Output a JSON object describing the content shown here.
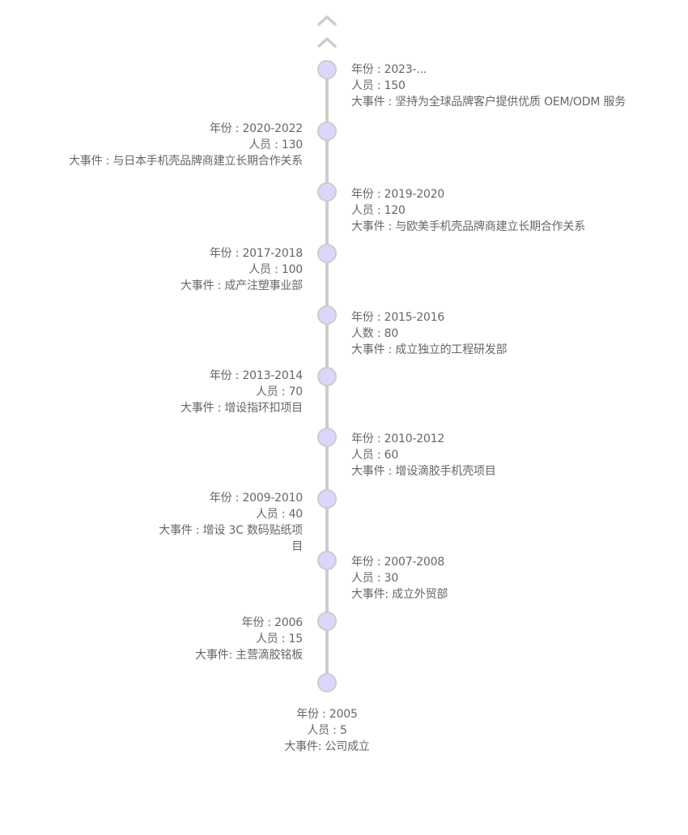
{
  "entries": [
    {
      "year": "年份 : 2023-...",
      "staff": "人员 : 150",
      "event": "大事件 : 坚持为全球品牌客户提供优质 OEM/ODM 服务"
    },
    {
      "year": "年份 : 2020-2022",
      "staff": "人员 : 130",
      "event": "大事件 : 与日本手机壳品牌商建立长期合作关系"
    },
    {
      "year": "年份 : 2019-2020",
      "staff": "人员 : 120",
      "event": "大事件 : 与欧美手机壳品牌商建立长期合作关系"
    },
    {
      "year": "年份 : 2017-2018",
      "staff": "人员 : 100",
      "event": "大事件 : 成产注塑事业部"
    },
    {
      "year": "年份 : 2015-2016",
      "staff": "人数 : 80",
      "event": "大事件 : 成立独立的工程研发部"
    },
    {
      "year": "年份 : 2013-2014",
      "staff": "人员 : 70",
      "event": "大事件 : 增设指环扣项目"
    },
    {
      "year": "年份 : 2010-2012",
      "staff": "人员 : 60",
      "event": "大事件 : 增设滴胶手机壳项目"
    },
    {
      "year": "年份 : 2009-2010",
      "staff": "人员 : 40",
      "event": "大事件 : 增设 3C 数码贴纸项目"
    },
    {
      "year": "年份 : 2007-2008",
      "staff": "人员 : 30",
      "event": "大事件:  成立外贸部"
    },
    {
      "year": "年份 : 2006",
      "staff": "人员 : 15",
      "event": "大事件:  主营滴胶铭板"
    },
    {
      "year": "年份 : 2005",
      "staff": "人员 : 5",
      "event": "大事件:  公司成立"
    }
  ],
  "icons": {
    "scroll_up": "chevron-up-icon",
    "marker": "timeline-dot-icon"
  },
  "colors": {
    "line": "#cccccc",
    "dot_fill": "#dcd6fb",
    "text": "#666666"
  }
}
